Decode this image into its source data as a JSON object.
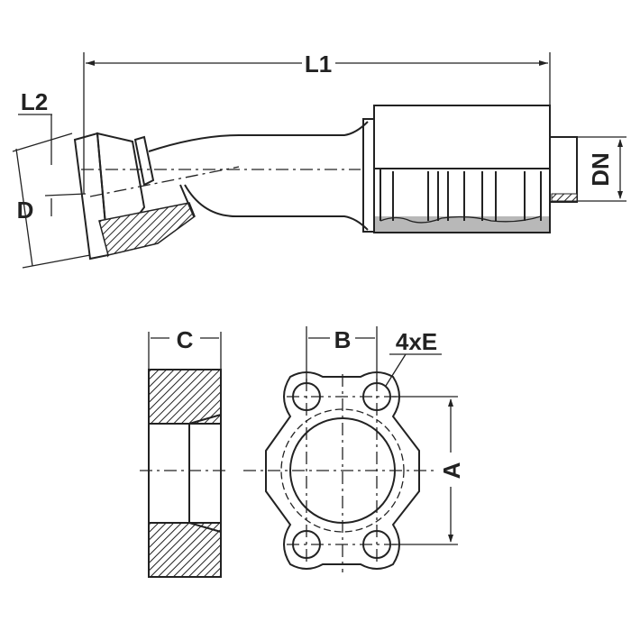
{
  "labels": {
    "L1": "L1",
    "L2": "L2",
    "D": "D",
    "DN": "DN",
    "C": "C",
    "B": "B",
    "A": "A",
    "E": "4xE"
  },
  "colors": {
    "line": "#222222",
    "shade": "#b8b8b8"
  }
}
